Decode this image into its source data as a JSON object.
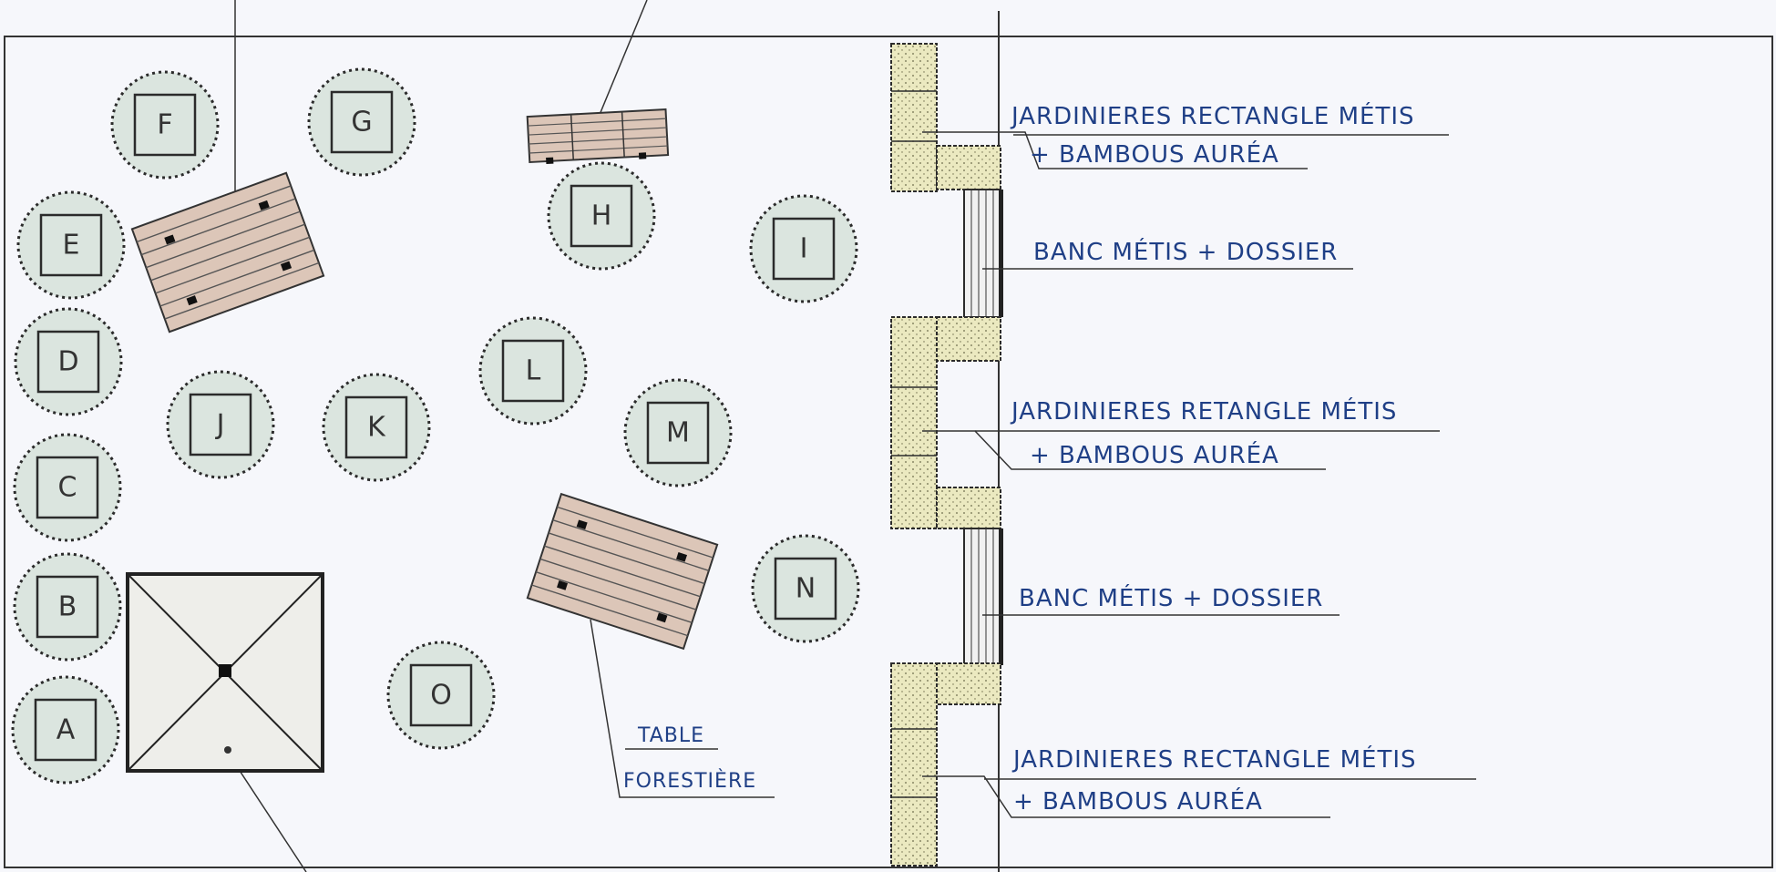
{
  "trees": [
    {
      "id": "tree-a",
      "letter": "A"
    },
    {
      "id": "tree-b",
      "letter": "B"
    },
    {
      "id": "tree-c",
      "letter": "C"
    },
    {
      "id": "tree-d",
      "letter": "D"
    },
    {
      "id": "tree-e",
      "letter": "E"
    },
    {
      "id": "tree-f",
      "letter": "F"
    },
    {
      "id": "tree-g",
      "letter": "G"
    },
    {
      "id": "tree-h",
      "letter": "H"
    },
    {
      "id": "tree-i",
      "letter": "I"
    },
    {
      "id": "tree-j",
      "letter": "J"
    },
    {
      "id": "tree-k",
      "letter": "K"
    },
    {
      "id": "tree-l",
      "letter": "L"
    },
    {
      "id": "tree-m",
      "letter": "M"
    },
    {
      "id": "tree-n",
      "letter": "N"
    },
    {
      "id": "tree-o",
      "letter": "O"
    }
  ],
  "labels": {
    "planter_1_line1": "JARDINIERES RECTANGLE MÉTIS",
    "planter_1_line2": "+ BAMBOUS AURÉA",
    "bench_1": "BANC MÉTIS + DOSSIER",
    "planter_2_line1": "JARDINIERES RETANGLE MÉTIS",
    "planter_2_line2": "+ BAMBOUS AURÉA",
    "bench_2": "BANC MÉTIS + DOSSIER",
    "planter_3_line1": "JARDINIERES RECTANGLE MÉTIS",
    "planter_3_line2": "+ BAMBOUS AURÉA",
    "table_line1": "TABLE",
    "table_line2": "FORESTIÈRE"
  },
  "colors": {
    "ink": "#2b2b2b",
    "label_blue": "#1f3f86",
    "tree_fill": "#dbe5df",
    "planter_fill": "#e9e7bd",
    "wood_fill": "#dcc6b8"
  }
}
